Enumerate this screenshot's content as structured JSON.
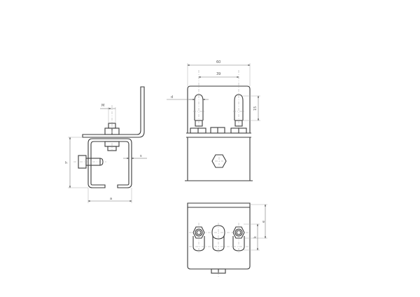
{
  "drawing": {
    "type": "technical drawing",
    "views": [
      "side-view",
      "front-view",
      "bottom-view"
    ]
  },
  "side_view": {
    "labels": {
      "thread": "M",
      "height": "h",
      "width": "a",
      "thickness": "s"
    }
  },
  "front_view": {
    "labels": {
      "overall_width": "60",
      "slot_spacing": "39",
      "slot_diameter": "d",
      "slot_length": "15"
    }
  },
  "bottom_view": {
    "labels": {
      "offset_outer": "e",
      "offset_inner": "k"
    }
  },
  "colors": {
    "line": "#3a3a3a",
    "dimension": "#777777",
    "background": "#ffffff"
  }
}
